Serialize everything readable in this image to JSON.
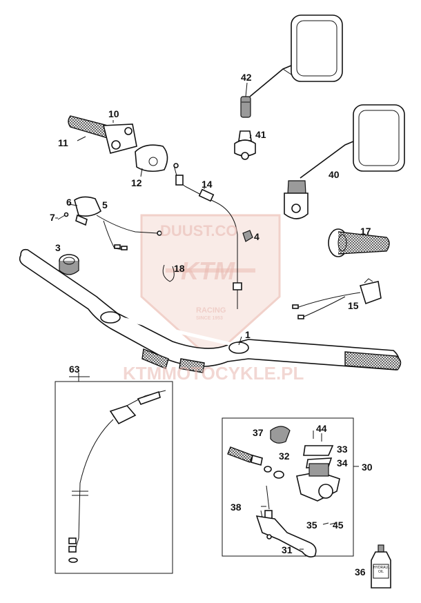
{
  "callouts": [
    {
      "id": "42",
      "label": "42"
    },
    {
      "id": "41",
      "label": "41"
    },
    {
      "id": "40",
      "label": "40"
    },
    {
      "id": "10",
      "label": "10"
    },
    {
      "id": "11",
      "label": "11"
    },
    {
      "id": "12",
      "label": "12"
    },
    {
      "id": "14",
      "label": "14"
    },
    {
      "id": "6",
      "label": "6"
    },
    {
      "id": "5",
      "label": "5"
    },
    {
      "id": "7",
      "label": "7"
    },
    {
      "id": "4",
      "label": "4"
    },
    {
      "id": "17",
      "label": "17"
    },
    {
      "id": "3",
      "label": "3"
    },
    {
      "id": "18",
      "label": "18"
    },
    {
      "id": "15",
      "label": "15"
    },
    {
      "id": "1",
      "label": "1"
    },
    {
      "id": "63",
      "label": "63"
    },
    {
      "id": "37",
      "label": "37"
    },
    {
      "id": "44",
      "label": "44"
    },
    {
      "id": "33",
      "label": "33"
    },
    {
      "id": "32",
      "label": "32"
    },
    {
      "id": "34",
      "label": "34"
    },
    {
      "id": "30",
      "label": "30"
    },
    {
      "id": "38",
      "label": "38"
    },
    {
      "id": "35",
      "label": "35"
    },
    {
      "id": "45",
      "label": "45"
    },
    {
      "id": "31",
      "label": "31"
    },
    {
      "id": "36",
      "label": "36"
    }
  ],
  "watermark": {
    "logo_text": "DUUST.CO",
    "brand": "KTM",
    "tagline": "RACING",
    "tagline_small": "SINCE 1953",
    "site": "KTMMOTOCYKLE.PL",
    "color": "#e8b8b0"
  },
  "bottle_label": "HYDRAUL OIL"
}
